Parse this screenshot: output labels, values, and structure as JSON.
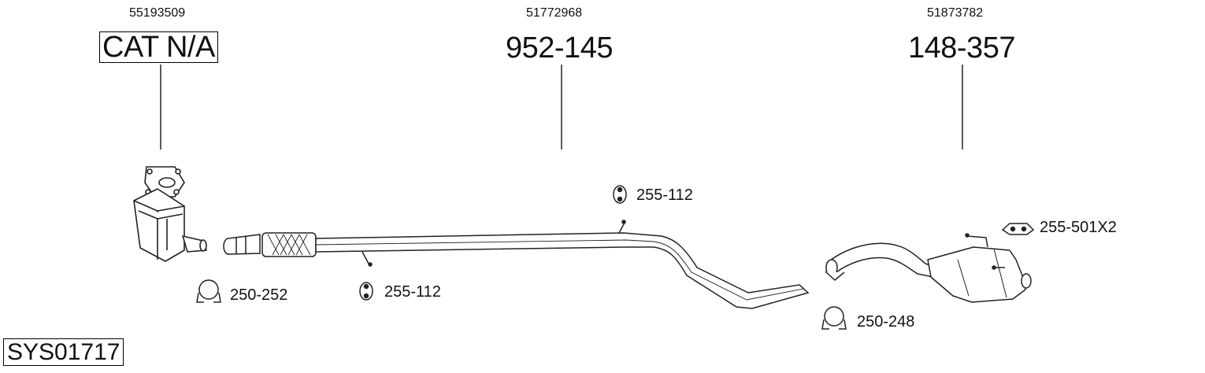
{
  "parts": [
    {
      "oem": "55193509",
      "code": "CAT N/A"
    },
    {
      "oem": "51772968",
      "code": "952-145"
    },
    {
      "oem": "51873782",
      "code": "148-357"
    }
  ],
  "accessories": {
    "clamp_1": "250-252",
    "hanger_1": "255-112",
    "hanger_2": "255-112",
    "mount": "255-501X2",
    "clamp_2": "250-248"
  },
  "system_code": "SYS01717"
}
